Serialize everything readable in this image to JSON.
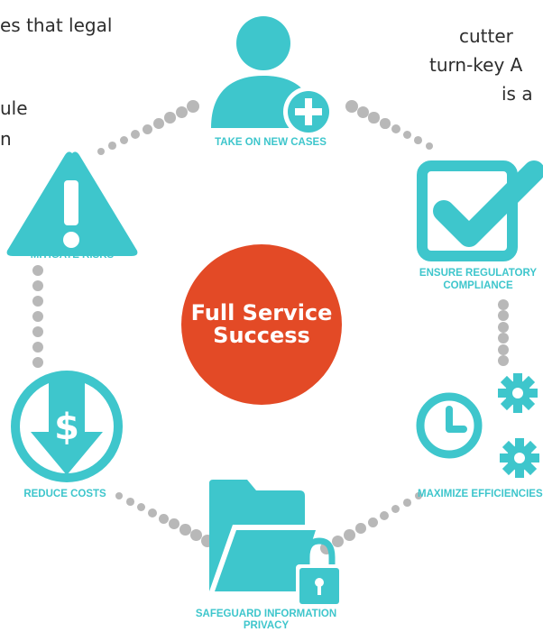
{
  "background_text": {
    "line1": "es that legal",
    "line2": "ule",
    "line3": "n",
    "right1": "cutter",
    "right2": "turn-key A",
    "right3": "is a"
  },
  "center": {
    "line1": "Full Service",
    "line2": "Success"
  },
  "nodes": {
    "take_on_new_cases": "TAKE ON NEW CASES",
    "ensure_regulatory_1": "ENSURE REGULATORY",
    "ensure_regulatory_2": "COMPLIANCE",
    "maximize_efficiencies": "MAXIMIZE EFFICIENCIES",
    "safeguard_1": "SAFEGUARD INFORMATION",
    "safeguard_2": "PRIVACY",
    "reduce_costs": "REDUCE COSTS",
    "mitigate_risks": "MITIGATE RISKS"
  },
  "colors": {
    "teal": "#3ec6cc",
    "center_red": "#e34a26",
    "dots": "#b8b8b8"
  }
}
